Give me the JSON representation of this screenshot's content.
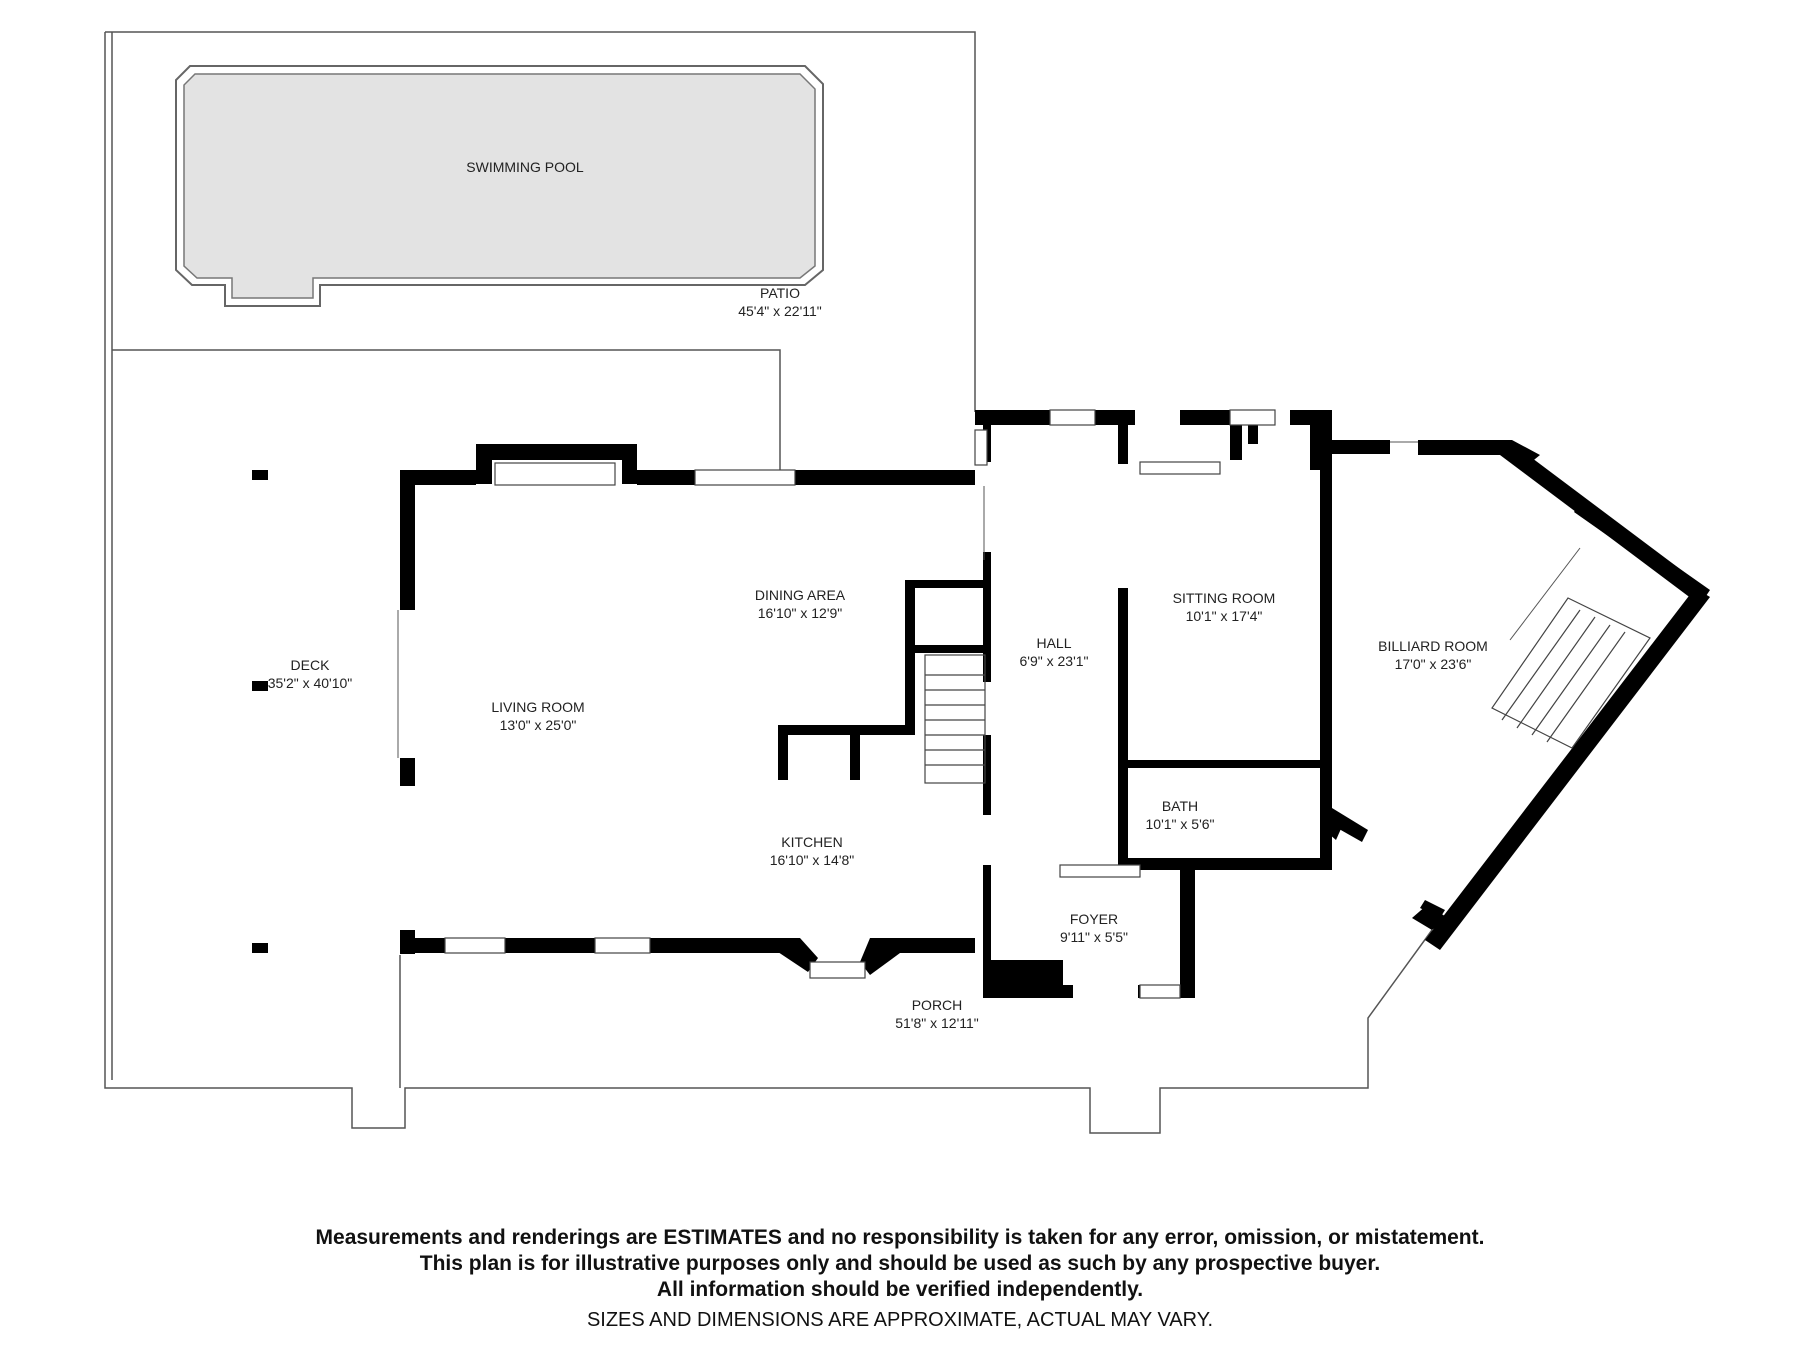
{
  "rooms": {
    "swimming_pool": {
      "name": "SWIMMING POOL"
    },
    "patio": {
      "name": "PATIO",
      "size": "45'4\" x 22'11\""
    },
    "deck": {
      "name": "DECK",
      "size": "35'2\" x 40'10\""
    },
    "dining_area": {
      "name": "DINING AREA",
      "size": "16'10\" x 12'9\""
    },
    "living_room": {
      "name": "LIVING ROOM",
      "size": "13'0\" x 25'0\""
    },
    "kitchen": {
      "name": "KITCHEN",
      "size": "16'10\" x 14'8\""
    },
    "hall": {
      "name": "HALL",
      "size": "6'9\" x 23'1\""
    },
    "sitting_room": {
      "name": "SITTING ROOM",
      "size": "10'1\" x 17'4\""
    },
    "billiard_room": {
      "name": "BILLIARD ROOM",
      "size": "17'0\" x 23'6\""
    },
    "bath": {
      "name": "BATH",
      "size": "10'1\" x 5'6\""
    },
    "foyer": {
      "name": "FOYER",
      "size": "9'11\" x 5'5\""
    },
    "porch": {
      "name": "PORCH",
      "size": "51'8\" x 12'11\""
    }
  },
  "disclaimer": {
    "line1": "Measurements and renderings are ESTIMATES and no responsibility is taken for any error, omission, or mistatement.",
    "line2": "This plan is for illustrative purposes only and should be used as such by any prospective buyer.",
    "line3": "All information should be verified independently.",
    "line4": "SIZES AND DIMENSIONS ARE APPROXIMATE, ACTUAL MAY VARY."
  },
  "colors": {
    "wall": "#000000",
    "pool_fill": "#e3e3e3",
    "outline": "#555555"
  }
}
